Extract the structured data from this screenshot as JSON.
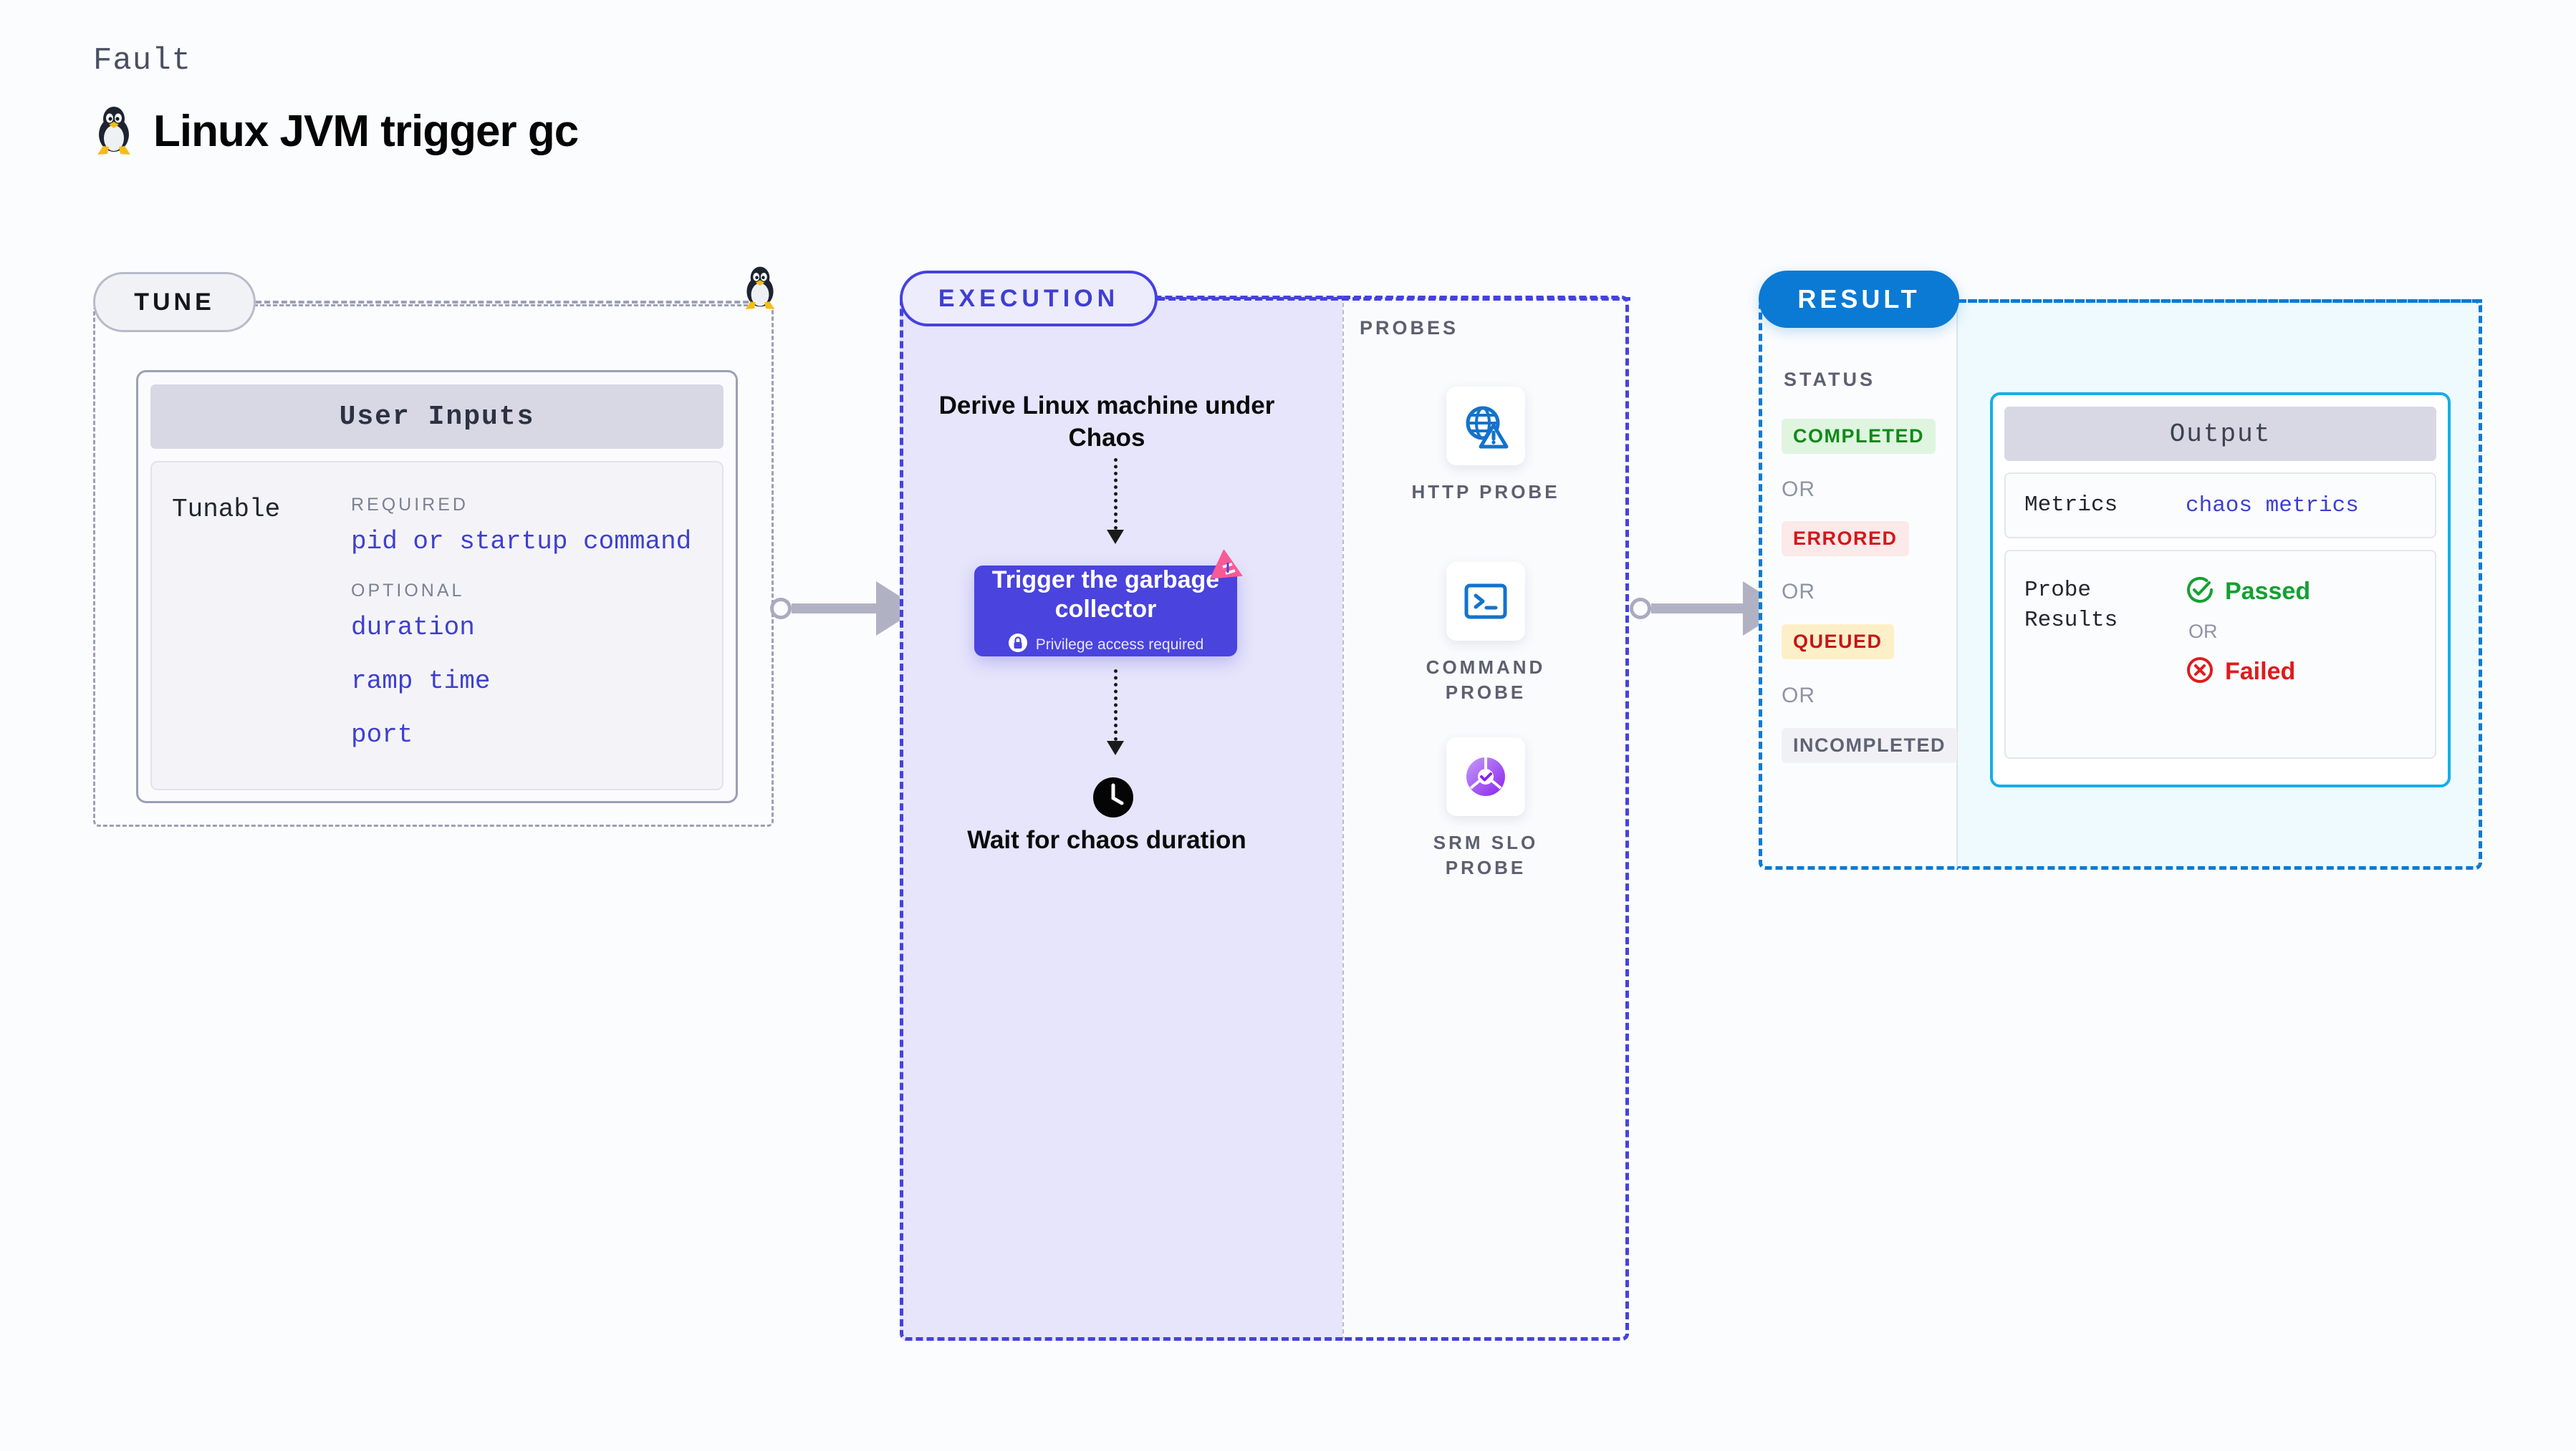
{
  "header": {
    "eyebrow": "Fault",
    "title": "Linux JVM trigger gc",
    "icon": "tux-penguin-icon"
  },
  "tune": {
    "badge": "TUNE",
    "card_title": "User Inputs",
    "tunable_label": "Tunable",
    "required_heading": "REQUIRED",
    "required_items": [
      "pid or startup command"
    ],
    "optional_heading": "OPTIONAL",
    "optional_items": [
      "duration",
      "ramp time",
      "port"
    ],
    "corner_icon": "tux-penguin-icon",
    "border_color": "#9ba0b5",
    "accent_color": "#3f3fd1"
  },
  "execution": {
    "badge": "EXECUTION",
    "step_1": "Derive Linux machine under Chaos",
    "card_title": "Trigger the garbage collector",
    "card_note": "Privilege access required",
    "card_note_icon": "lock-icon",
    "card_ribbon_icon": "ribbon-badge-icon",
    "step_3": "Wait for chaos duration",
    "step_3_icon": "clock-icon",
    "panel_color": "#e6e5fb",
    "border_color": "#4641e0",
    "card_color": "#4a43dd",
    "ribbon_color": "#f95a96"
  },
  "probes": {
    "title": "PROBES",
    "items": [
      {
        "label": "HTTP PROBE",
        "icon": "globe-warning-icon",
        "color": "#1273cc"
      },
      {
        "label": "COMMAND PROBE",
        "icon": "terminal-prompt-icon",
        "color": "#1273cc"
      },
      {
        "label": "SRM SLO PROBE",
        "icon": "slo-donut-check-icon",
        "color": "#8b3dee"
      }
    ]
  },
  "result": {
    "badge": "RESULT",
    "status_title": "STATUS",
    "or_label": "OR",
    "statuses": [
      {
        "label": "COMPLETED",
        "bg": "#dff5e0",
        "fg": "#11891a"
      },
      {
        "label": "ERRORED",
        "bg": "#fce9e9",
        "fg": "#d5161b"
      },
      {
        "label": "QUEUED",
        "bg": "#fdf0c8",
        "fg": "#c4161c"
      },
      {
        "label": "INCOMPLETED",
        "bg": "#f1f1f5",
        "fg": "#5f6375"
      }
    ],
    "border_color": "#0b7ad4",
    "output": {
      "title": "Output",
      "metrics_key": "Metrics",
      "metrics_value": "chaos metrics",
      "probe_results_key": "Probe Results",
      "passed_label": "Passed",
      "passed_icon": "check-circle-icon",
      "or_label": "OR",
      "failed_label": "Failed",
      "failed_icon": "x-circle-icon",
      "border_color": "#14aee6"
    }
  }
}
